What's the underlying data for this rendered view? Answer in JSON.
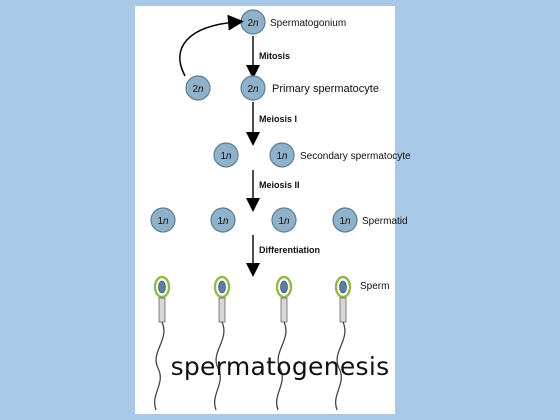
{
  "title": "spermatogenesis",
  "cells": {
    "spermatogonium": {
      "ploidy": "2n",
      "number": "2",
      "italic": "n",
      "label": "Spermatogonium"
    },
    "primary_left": {
      "number": "2",
      "italic": "n"
    },
    "primary_main": {
      "number": "2",
      "italic": "n",
      "label": "Primary spermatocyte"
    },
    "secondary_left": {
      "number": "1",
      "italic": "n"
    },
    "secondary_right": {
      "number": "1",
      "italic": "n",
      "label": "Secondary spermatocyte"
    },
    "spermatid": {
      "number": "1",
      "italic": "n",
      "label": "Spermatid"
    },
    "sperm": {
      "label": "Sperm"
    }
  },
  "steps": {
    "mitosis": "Mitosis",
    "meiosis1": "Meiosis I",
    "meiosis2": "Meiosis II",
    "differentiation": "Differentiation"
  },
  "colors": {
    "background": "#a9c8e8",
    "cell_fill": "#8fb1c9",
    "cell_stroke": "#5d7f96",
    "sperm_head_ring": "#93b84a",
    "sperm_head_center": "#5a7fa0"
  }
}
